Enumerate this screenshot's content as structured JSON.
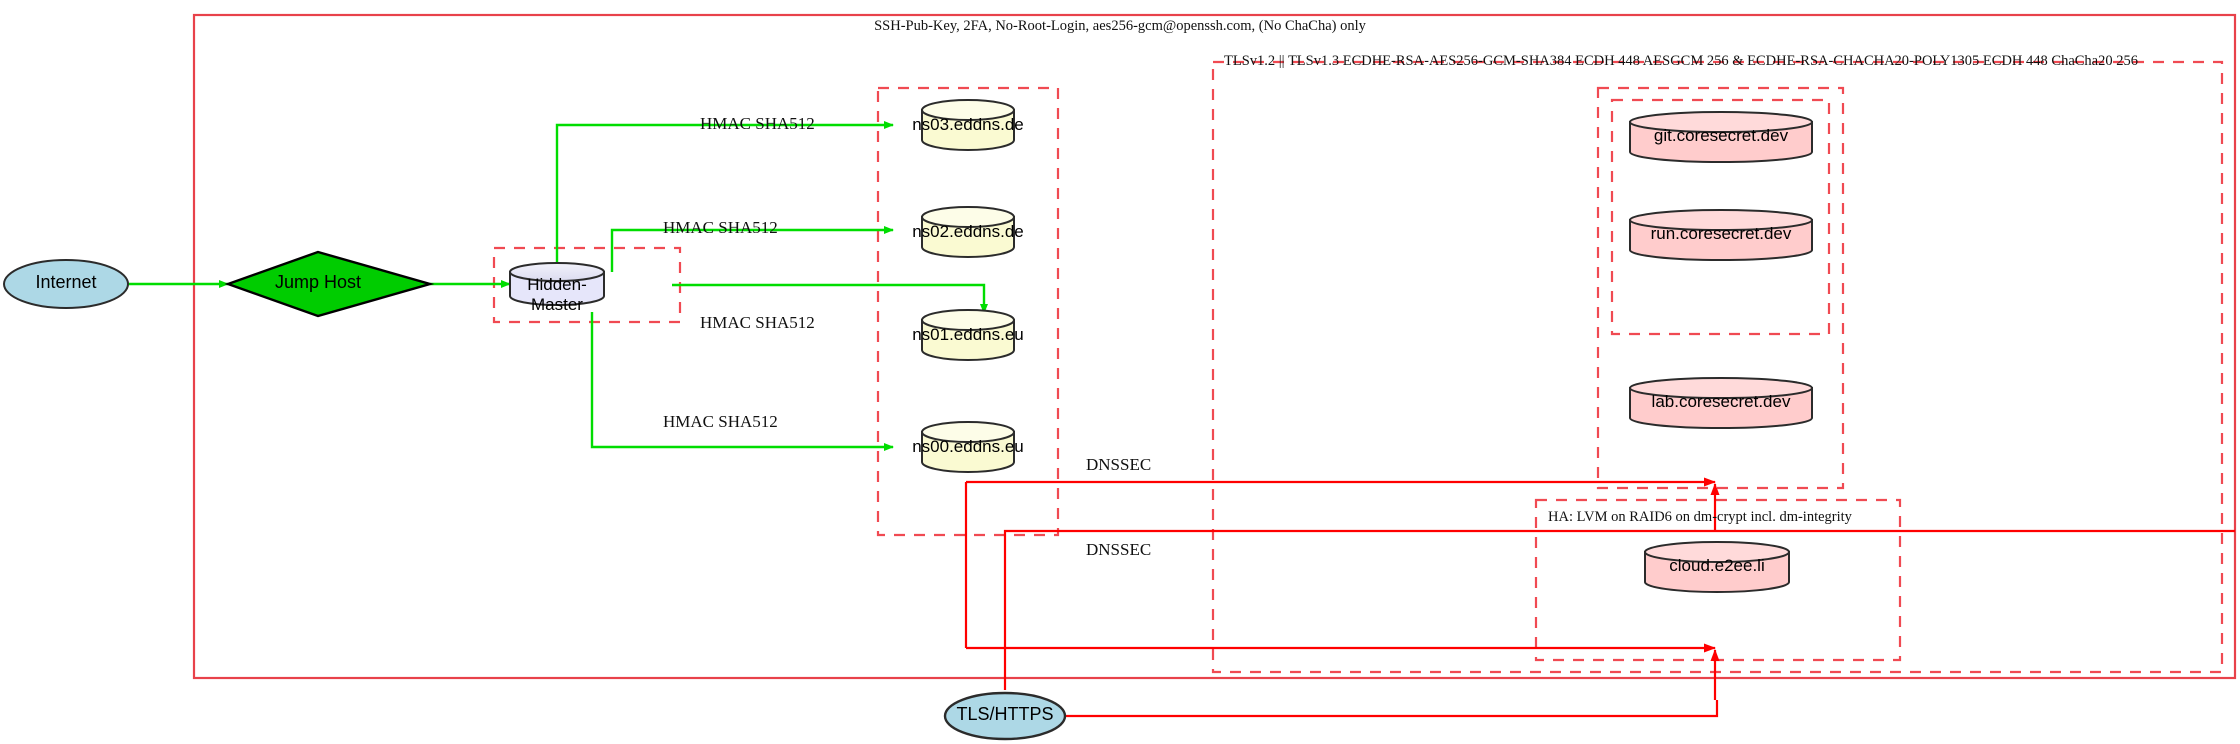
{
  "diagram": {
    "title_label": "SSH-Pub-Key, 2FA, No-Root-Login, aes256-gcm@openssh.com, (No ChaCha) only",
    "tls_label": "TLSv1.2 || TLSv1.3 ECDHE-RSA-AES256-GCM-SHA384 ECDH 448 AESGCM 256 & ECDHE-RSA-CHACHA20-POLY1305 ECDH 448 ChaCha20 256",
    "ha_label": "HA: LVM on RAID6 on dm-crypt incl. dm-integrity"
  },
  "nodes": {
    "internet": {
      "label": "Internet",
      "shape": "ellipse",
      "fill": "#add8e6"
    },
    "jump_host": {
      "label": "Jump Host",
      "shape": "diamond",
      "fill": "#00cc00"
    },
    "hidden_master": {
      "label": "Hidden-Master",
      "shape": "cylinder",
      "fill": "#e6e6fa"
    },
    "tls_https": {
      "label": "TLS/HTTPS",
      "shape": "ellipse",
      "fill": "#add8e6"
    }
  },
  "dns_servers": [
    {
      "label": "ns03.eddns.de",
      "fill": "#fafad2"
    },
    {
      "label": "ns02.eddns.de",
      "fill": "#fafad2"
    },
    {
      "label": "ns01.eddns.eu",
      "fill": "#fafad2"
    },
    {
      "label": "ns00.eddns.eu",
      "fill": "#fafad2"
    }
  ],
  "services": [
    {
      "label": "git.coresecret.dev",
      "fill": "#fcc"
    },
    {
      "label": "run.coresecret.dev",
      "fill": "#fcc"
    },
    {
      "label": "lab.coresecret.dev",
      "fill": "#fcc"
    },
    {
      "label": "cloud.e2ee.li",
      "fill": "#fcc"
    }
  ],
  "edge_labels": {
    "hmac": [
      "HMAC SHA512",
      "HMAC SHA512",
      "HMAC SHA512",
      "HMAC SHA512"
    ],
    "dnssec": [
      "DNSSEC",
      "DNSSEC"
    ]
  },
  "colors": {
    "boundary_red": "#e8424a",
    "dashed_red": "#f04a52",
    "edge_green": "#00dd00",
    "edge_red": "#ff0000",
    "stroke_dark": "#2b2b2b"
  }
}
